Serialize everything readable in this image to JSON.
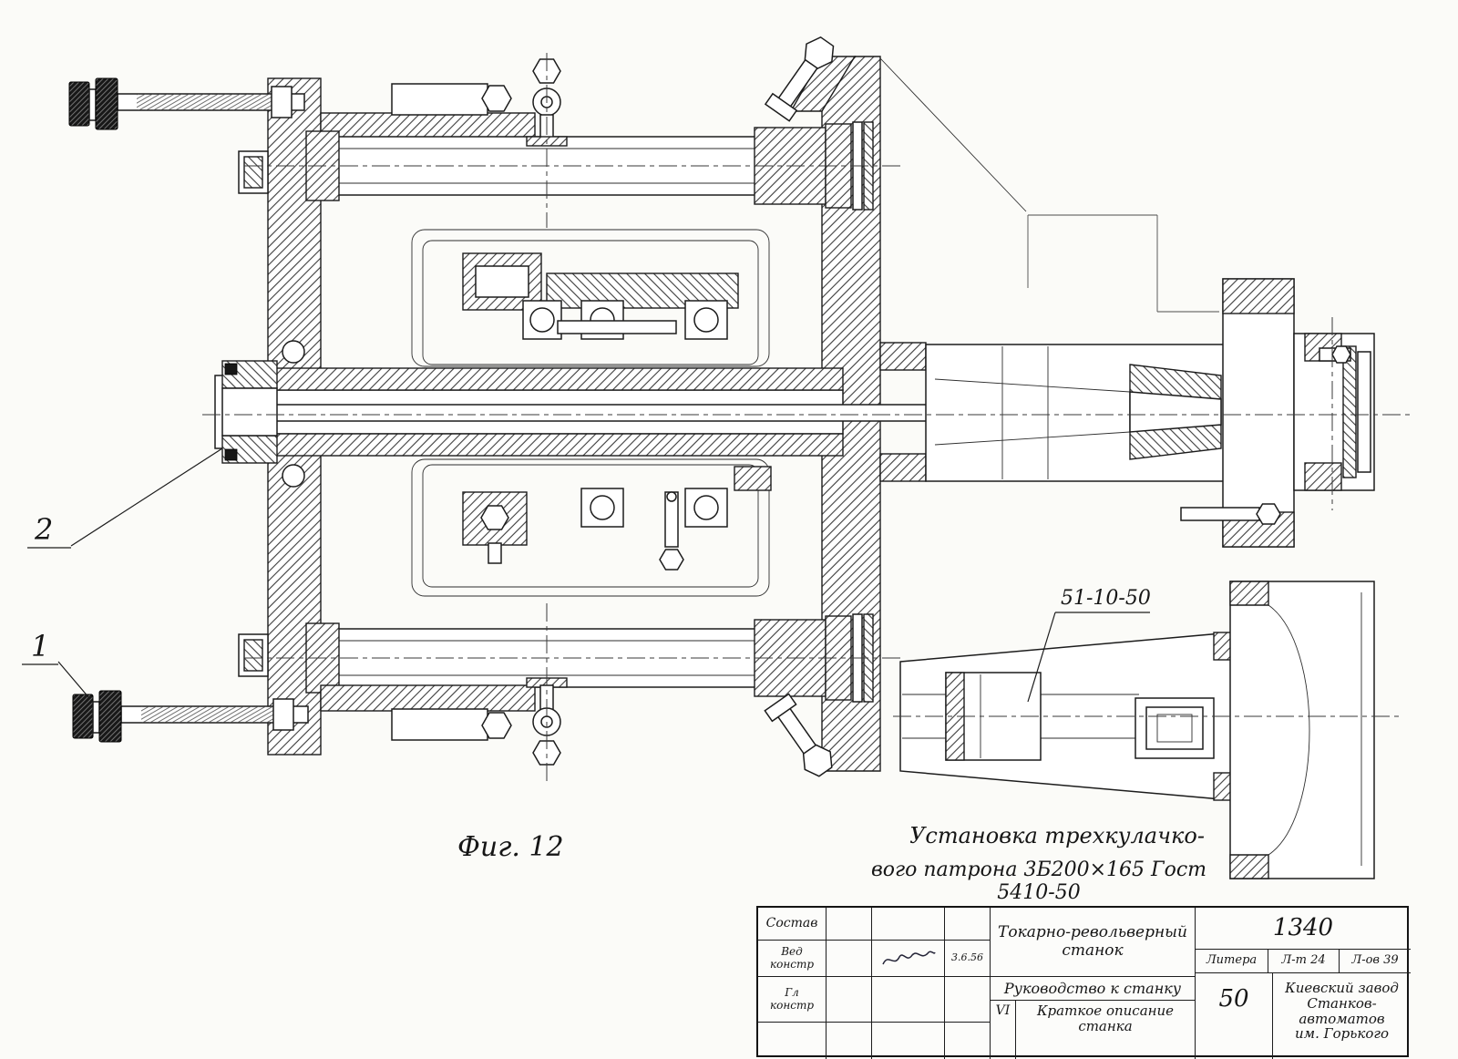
{
  "page": {
    "background": "#fbfbf8",
    "ink": "#1a1a1a"
  },
  "annotations": {
    "part_label_1": "1",
    "part_label_2": "2",
    "figure_caption": "Фиг. 12",
    "callout": "51-10-50",
    "note_line1": "Установка трехкулачко-",
    "note_line2": "вого патрона 3Б200×165 Гост 5410-50"
  },
  "title_block": {
    "row1_label": "Состав",
    "row2_label_l1": "Вед",
    "row2_label_l2": "констр",
    "row3_label_l1": "Гл",
    "row3_label_l2": "констр",
    "signature_date": "3.6.56",
    "machine_title_l1": "Токарно-револьверный",
    "machine_title_l2": "станок",
    "doc_number": "1340",
    "litera_label": "Литера",
    "sheet_info": "Л-т 24",
    "sheets_info": "Л-ов 39",
    "manual_title": "Руководство к станку",
    "section_number": "VI",
    "section_title_l1": "Краткое описание",
    "section_title_l2": "станка",
    "scale_value": "50",
    "factory_l1": "Киевский завод",
    "factory_l2": "Станков-автоматов",
    "factory_l3": "им. Горького"
  }
}
